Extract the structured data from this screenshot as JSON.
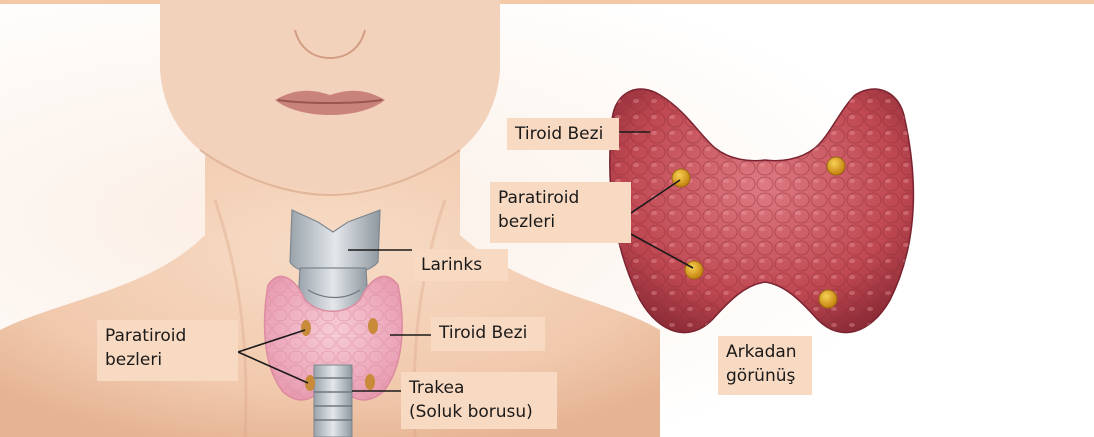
{
  "figure": {
    "labels": {
      "front_parathyroid": {
        "line1": "Paratiroid",
        "line2": "bezleri"
      },
      "front_larynx": "Larinks",
      "front_thyroid": "Tiroid Bezi",
      "front_trachea": {
        "line1": "Trakea",
        "line2": "(Soluk borusu)"
      },
      "back_thyroid": "Tiroid Bezi",
      "back_parathyroid": {
        "line1": "Paratiroid",
        "line2": "bezleri"
      },
      "back_view": {
        "line1": "Arkadan",
        "line2": "görünüş"
      }
    },
    "colors": {
      "label_background": "#f8d9c2",
      "skin": "#f3cdb1",
      "thyroid_front": "#f2b7c6",
      "thyroid_back": "#c9545f",
      "parathyroid": "#e0a21b",
      "cartilage": "#c9ced4",
      "page_background": "#ffffff"
    },
    "icons": [
      "face-illustration",
      "larynx-illustration",
      "thyroid-front-illustration",
      "thyroid-back-illustration"
    ]
  }
}
